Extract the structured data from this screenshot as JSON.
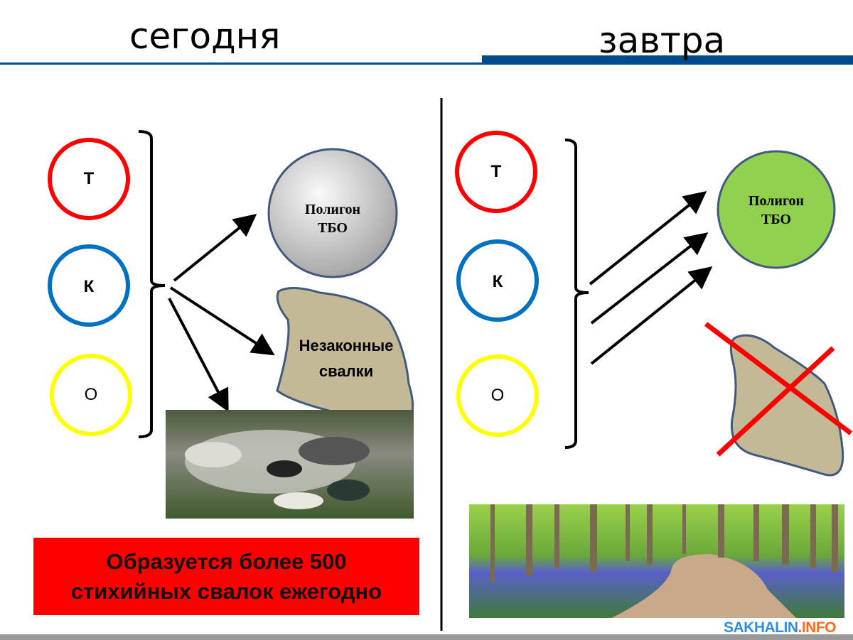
{
  "titles": {
    "today": "сегодня",
    "tomorrow": "завтра"
  },
  "left": {
    "circles": [
      {
        "label": "Т",
        "color": "#ff0000"
      },
      {
        "label": "К",
        "color": "#0070c0"
      },
      {
        "label": "О",
        "color": "#ffff00"
      }
    ],
    "landfill": {
      "line1": "Полигон",
      "line2": "ТБО",
      "color": "#c0c0c0"
    },
    "dumps": {
      "line1": "Незаконные",
      "line2": "свалки",
      "color": "#c4b996"
    },
    "banner": {
      "line1": "Образуется более 500",
      "line2": "стихийных свалок ежегодно",
      "color": "#ff0000"
    }
  },
  "right": {
    "circles": [
      {
        "label": "Т",
        "color": "#ff0000"
      },
      {
        "label": "К",
        "color": "#0070c0"
      },
      {
        "label": "О",
        "color": "#ffff00"
      }
    ],
    "landfill": {
      "line1": "Полигон",
      "line2": "ТБО",
      "color": "#92d050"
    }
  },
  "watermark": {
    "part1": "SAKHALIN",
    "part2": ".INFO"
  },
  "colors": {
    "accent": "#004a8c"
  }
}
